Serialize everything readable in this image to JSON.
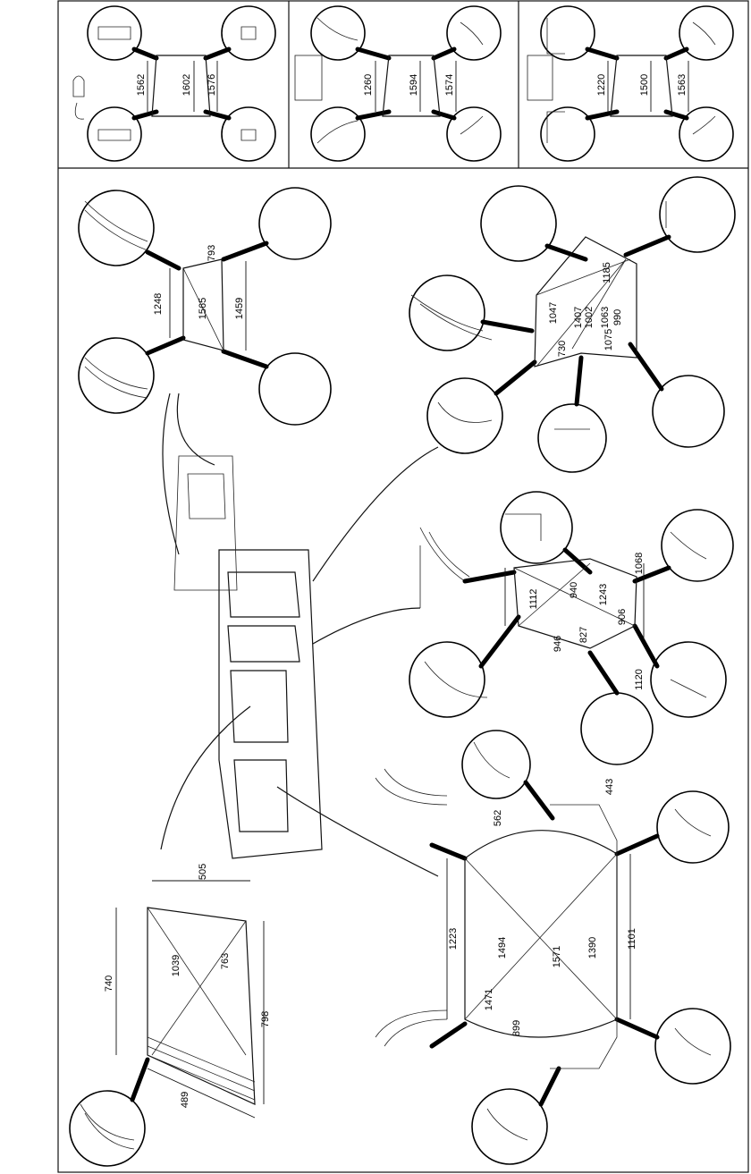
{
  "panels": [
    {
      "id": "p1",
      "values": [
        "1562",
        "1602",
        "1576"
      ]
    },
    {
      "id": "p2",
      "values": [
        "1260",
        "1594",
        "1574"
      ]
    },
    {
      "id": "p3",
      "values": [
        "1220",
        "1500",
        "1563"
      ]
    }
  ],
  "windshield": {
    "values": [
      "1248",
      "793",
      "1565",
      "1459"
    ]
  },
  "rear_quarter": {
    "values": [
      "1047",
      "1185",
      "1407",
      "1002",
      "1063",
      "730",
      "1075",
      "990"
    ]
  },
  "side_window": {
    "values": [
      "1112",
      "940",
      "1243",
      "1068",
      "946",
      "827",
      "906",
      "1120"
    ]
  },
  "tailgate": {
    "values": [
      "562",
      "443",
      "1223",
      "1494",
      "1571",
      "1390",
      "1101",
      "1471",
      "899"
    ]
  },
  "door_glass": {
    "values": [
      "505",
      "740",
      "1039",
      "763",
      "798",
      "489"
    ]
  }
}
